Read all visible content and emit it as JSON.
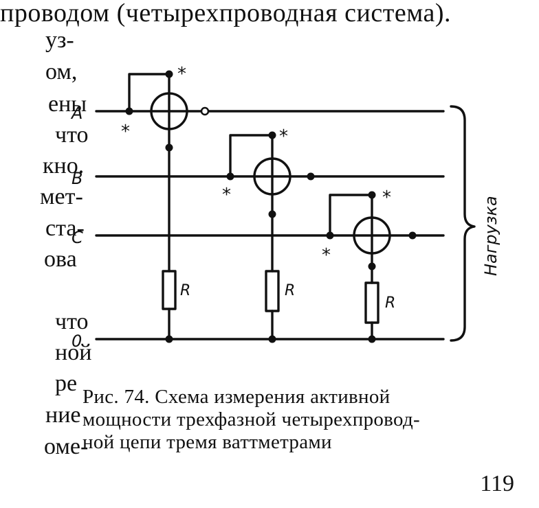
{
  "top_line": "проводом (четырехпроводная система).",
  "left_fragments": [
    "уз-",
    "ом,",
    "ены",
    "что",
    "кно.",
    "мет-",
    "ста-",
    "ова",
    "что",
    "ной",
    "ре",
    "ние",
    "оме-"
  ],
  "diagram": {
    "line_labels": [
      "A",
      "B",
      "C",
      "0"
    ],
    "resistor_label": "R",
    "load_label": "Нагрузка",
    "star": "*"
  },
  "caption": [
    "Рис. 74. Схема измерения активной",
    "мощности трехфазной четырехпровод-",
    "ной цепи тремя ваттметрами"
  ],
  "page_number": "119"
}
